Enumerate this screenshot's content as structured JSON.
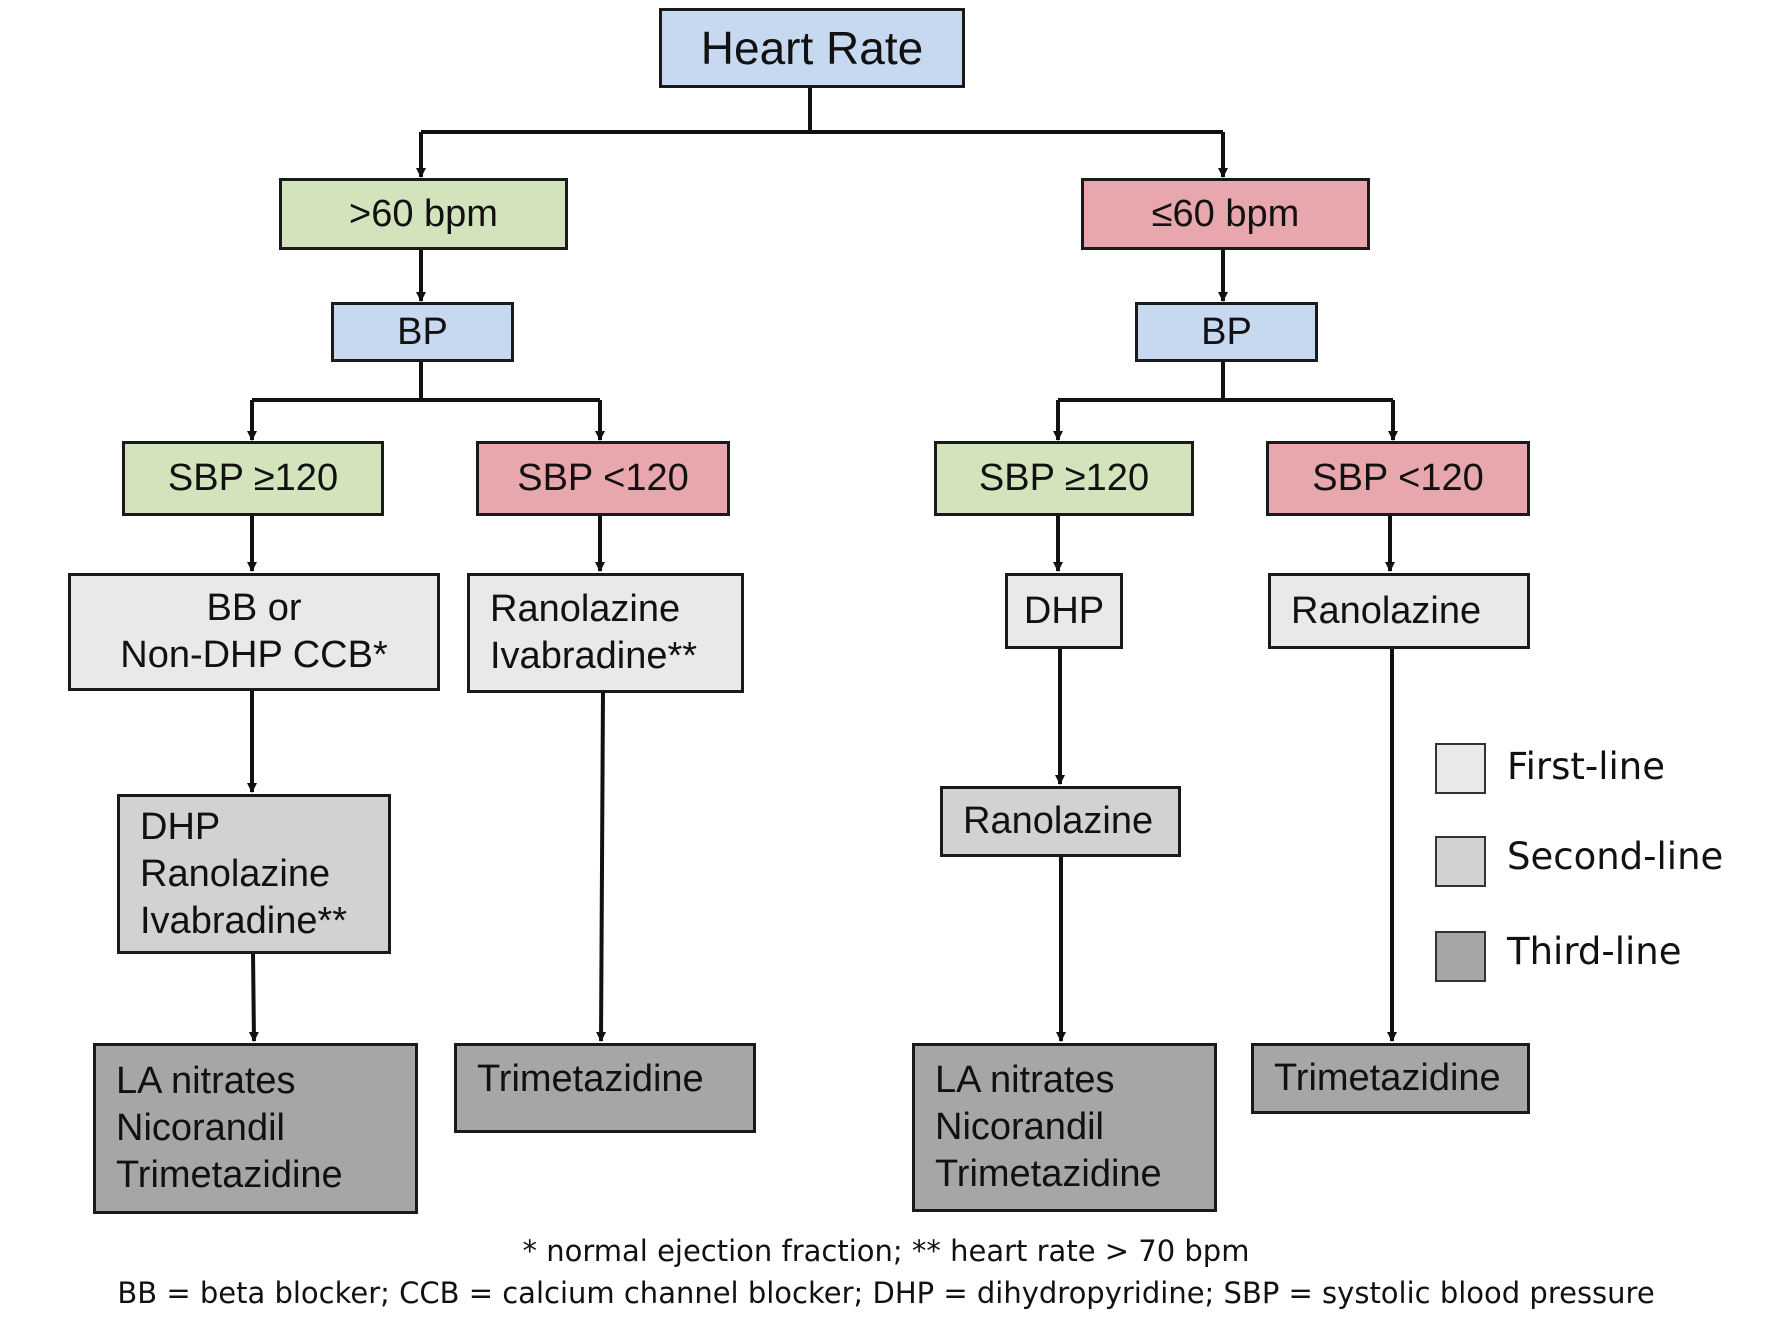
{
  "diagram": {
    "root": {
      "label": "Heart Rate"
    },
    "branches": [
      {
        "rate": ">60 bpm",
        "bp": "BP",
        "groups": [
          {
            "sbp": "SBP ≥120",
            "first_line": [
              "BB or",
              "Non-DHP CCB*"
            ],
            "second_line": [
              "DHP",
              "Ranolazine",
              "Ivabradine**"
            ],
            "third_line": [
              "LA nitrates",
              "Nicorandil",
              "Trimetazidine"
            ]
          },
          {
            "sbp": "SBP <120",
            "first_line": [
              "Ranolazine",
              "Ivabradine**"
            ],
            "third_line": [
              "Trimetazidine"
            ]
          }
        ]
      },
      {
        "rate": "≤60 bpm",
        "bp": "BP",
        "groups": [
          {
            "sbp": "SBP ≥120",
            "first_line": [
              "DHP"
            ],
            "second_line": [
              "Ranolazine"
            ],
            "third_line": [
              "LA nitrates",
              "Nicorandil",
              "Trimetazidine"
            ]
          },
          {
            "sbp": "SBP <120",
            "first_line": [
              "Ranolazine"
            ],
            "third_line": [
              "Trimetazidine"
            ]
          }
        ]
      }
    ]
  },
  "legend": {
    "items": [
      {
        "label": "First-line",
        "color": "#e9e9e9"
      },
      {
        "label": "Second-line",
        "color": "#d2d2d2"
      },
      {
        "label": "Third-line",
        "color": "#a6a6a6"
      }
    ]
  },
  "footnotes": [
    "* normal ejection fraction; ** heart rate > 70 bpm",
    "BB = beta blocker;  CCB = calcium channel blocker;  DHP = dihydropyridine;  SBP = systolic  blood  pressure"
  ],
  "colors": {
    "bp_node": "#c6d9f1",
    "high": "#d3e4bc",
    "low": "#e8a6ad",
    "first_line": "#e9e9e9",
    "second_line": "#d2d2d2",
    "third_line": "#a6a6a6"
  }
}
